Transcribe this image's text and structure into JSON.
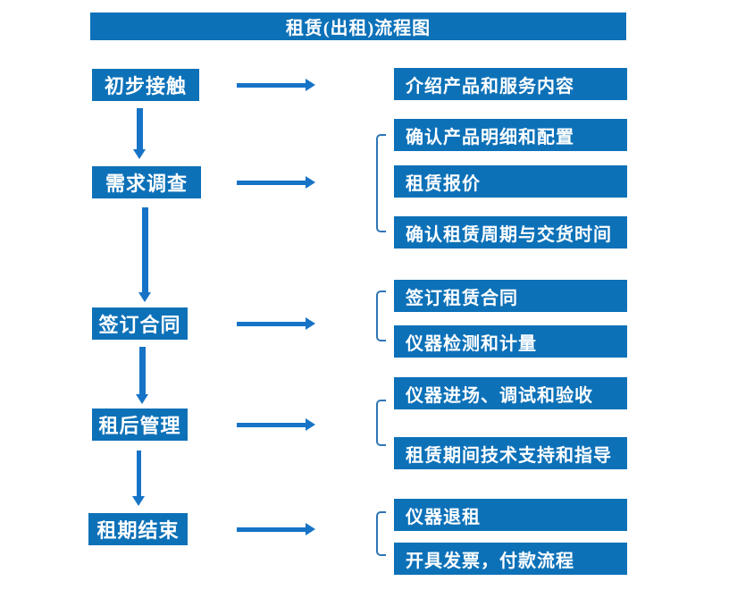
{
  "title": "租赁(出租)流程图",
  "colors": {
    "box": "#0d71b8",
    "arrow": "#1673c6",
    "bracket": "#2e75b6",
    "text": "#ffffff"
  },
  "stages": [
    {
      "label": "初步接触",
      "details": [
        "介绍产品和服务内容"
      ]
    },
    {
      "label": "需求调查",
      "details": [
        "确认产品明细和配置",
        "租赁报价",
        "确认租赁周期与交货时间"
      ]
    },
    {
      "label": "签订合同",
      "details": [
        "签订租赁合同",
        "仪器检测和计量"
      ]
    },
    {
      "label": "租后管理",
      "details": [
        "仪器进场、调试和验收",
        "租赁期间技术支持和指导"
      ]
    },
    {
      "label": "租期结束",
      "details": [
        "仪器退租",
        "开具发票，付款流程"
      ]
    }
  ]
}
